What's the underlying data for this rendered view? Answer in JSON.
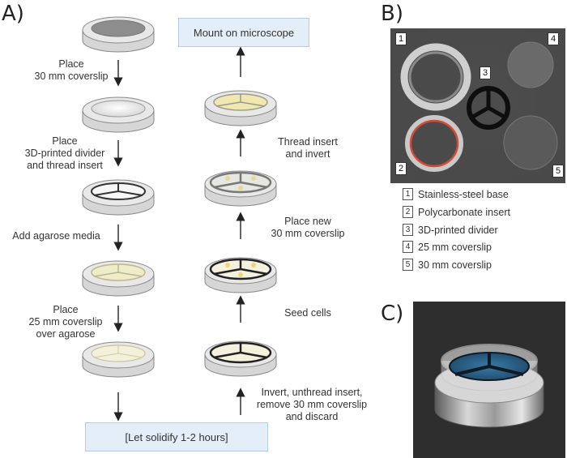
{
  "panels": {
    "a": "A)",
    "b": "B)",
    "c": "C)"
  },
  "steps": {
    "place_coverslip_30": [
      "Place",
      "30 mm coverslip"
    ],
    "place_divider": [
      "Place",
      "3D-printed divider",
      "and thread insert"
    ],
    "add_agarose": [
      "Add agarose media"
    ],
    "place_coverslip_25": [
      "Place",
      "25 mm coverslip",
      "over agarose"
    ],
    "invert_unthread": [
      "Invert, unthread insert,",
      "remove 30 mm coverslip",
      "and discard"
    ],
    "seed_cells": [
      "Seed cells"
    ],
    "place_new_coverslip": [
      "Place new",
      "30 mm coverslip"
    ],
    "thread_invert": [
      "Thread insert",
      "and invert"
    ]
  },
  "boxes": {
    "solidify": "[Let solidify 1-2 hours]",
    "mount": "Mount on microscope"
  },
  "legend": [
    {
      "num": "1",
      "label": "Stainless-steel base"
    },
    {
      "num": "2",
      "label": "Polycarbonate insert"
    },
    {
      "num": "3",
      "label": "3D-printed divider"
    },
    {
      "num": "4",
      "label": "25 mm coverslip"
    },
    {
      "num": "5",
      "label": "30 mm coverslip"
    }
  ],
  "photo_numbers": [
    "1",
    "2",
    "3",
    "4",
    "5"
  ],
  "colors": {
    "box_fill": "#e3eef8",
    "agarose": "#efeccb",
    "dish_fill": "#e6e6e6",
    "photo_bg": "#3d3d3d",
    "blue_media": "#2a5f86"
  }
}
